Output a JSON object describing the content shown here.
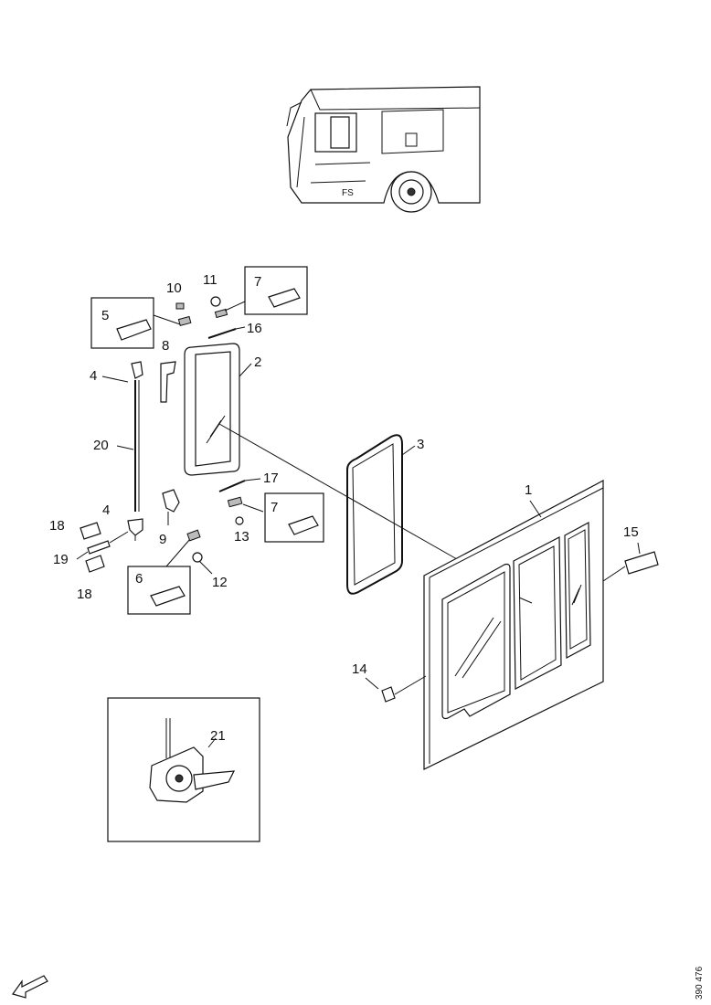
{
  "diagram": {
    "reference_number": "390 476",
    "callouts": [
      "1",
      "2",
      "3",
      "4",
      "4",
      "5",
      "6",
      "7",
      "7",
      "8",
      "9",
      "10",
      "11",
      "12",
      "13",
      "14",
      "15",
      "16",
      "17",
      "18",
      "18",
      "19",
      "20",
      "21"
    ]
  }
}
